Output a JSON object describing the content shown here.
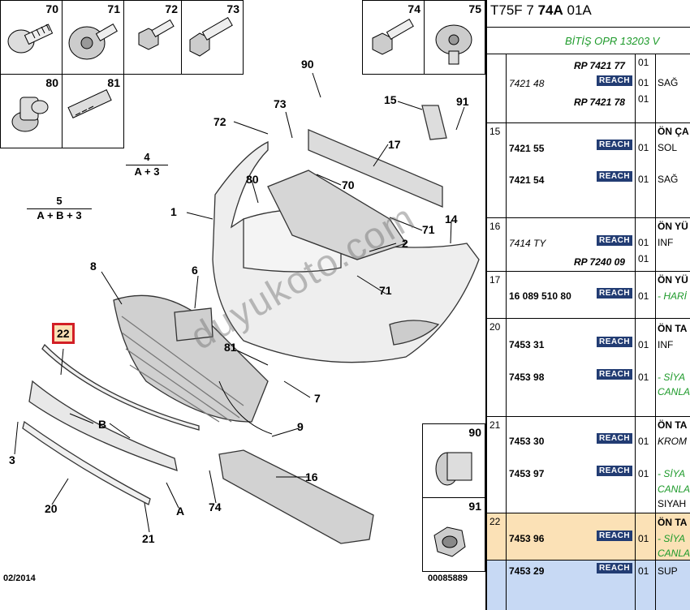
{
  "diagram": {
    "cells_top": [
      "70",
      "71",
      "72",
      "73",
      "74",
      "75"
    ],
    "cells_row2": [
      "80",
      "81"
    ],
    "cells_right": [
      "90",
      "91"
    ],
    "callouts": [
      "90",
      "73",
      "15",
      "91",
      "72",
      "17",
      "4",
      "80",
      "70",
      "5",
      "1",
      "71",
      "14",
      "2",
      "8",
      "6",
      "71",
      "22",
      "81",
      "7",
      "B",
      "3",
      "9",
      "16",
      "20",
      "A",
      "74",
      "21"
    ],
    "formula_4_top": "4",
    "formula_4_bottom": "A + 3",
    "formula_5_top": "5",
    "formula_5_bottom": "A + B + 3",
    "date_stamp": "02/2014",
    "ref_stamp": "00085889",
    "watermark": "duyukoto.com"
  },
  "table": {
    "header_prefix": "T75F 7 ",
    "header_bold": "74A",
    "header_suffix": " 01A",
    "subtitle": "BİTİŞ OPR 13203 V",
    "reach_label": "REACH",
    "rows": [
      {
        "num": "",
        "ref_a": "RP 7421 77",
        "ref_main": "7421 48",
        "ref_b": "RP 7421 78",
        "qty_a": "01",
        "qty": "01",
        "qty_b": "01",
        "desc": "SAĞ"
      },
      {
        "num": "15",
        "desc_head": "ÖN ÇA",
        "ref1": "7421 55",
        "qty1": "01",
        "desc1": "SOL",
        "ref2": "7421 54",
        "qty2": "01",
        "desc2": "SAĞ"
      },
      {
        "num": "16",
        "desc_head": "ÖN YÜ",
        "ref_main": "7414 TY",
        "qty": "01",
        "desc": "INF",
        "ref_b": "RP 7240 09",
        "qty_b": "01"
      },
      {
        "num": "17",
        "desc_head": "ÖN YÜ",
        "ref_main": "16 089 510 80",
        "qty": "01",
        "desc": "- HARİ"
      },
      {
        "num": "20",
        "desc_head": "ÖN TA",
        "ref1": "7453 31",
        "qty1": "01",
        "desc1": "INF",
        "ref2": "7453 98",
        "qty2": "01",
        "desc2a": "- SİYA",
        "desc2b": "CANLA"
      },
      {
        "num": "21",
        "desc_head": "ÖN TA",
        "ref1": "7453 30",
        "qty1": "01",
        "desc1": "KROM",
        "ref2": "7453 97",
        "qty2": "01",
        "desc2a": "- SİYA",
        "desc2b": "CANLA",
        "desc2c": "SIYAH"
      },
      {
        "num": "22",
        "desc_head": "ÖN TA",
        "ref1": "7453 96",
        "qty1": "01",
        "desc1a": "- SİYA",
        "desc1b": "CANLA"
      },
      {
        "num": "",
        "ref1": "7453 29",
        "qty1": "01",
        "desc1": "SUP"
      }
    ]
  },
  "colors": {
    "highlight_orange": "#fbe1b6",
    "highlight_blue": "#c7d9f4",
    "reach_bg": "#223c73",
    "green_text": "#1d9a2a",
    "callout_red": "#d21f26"
  }
}
